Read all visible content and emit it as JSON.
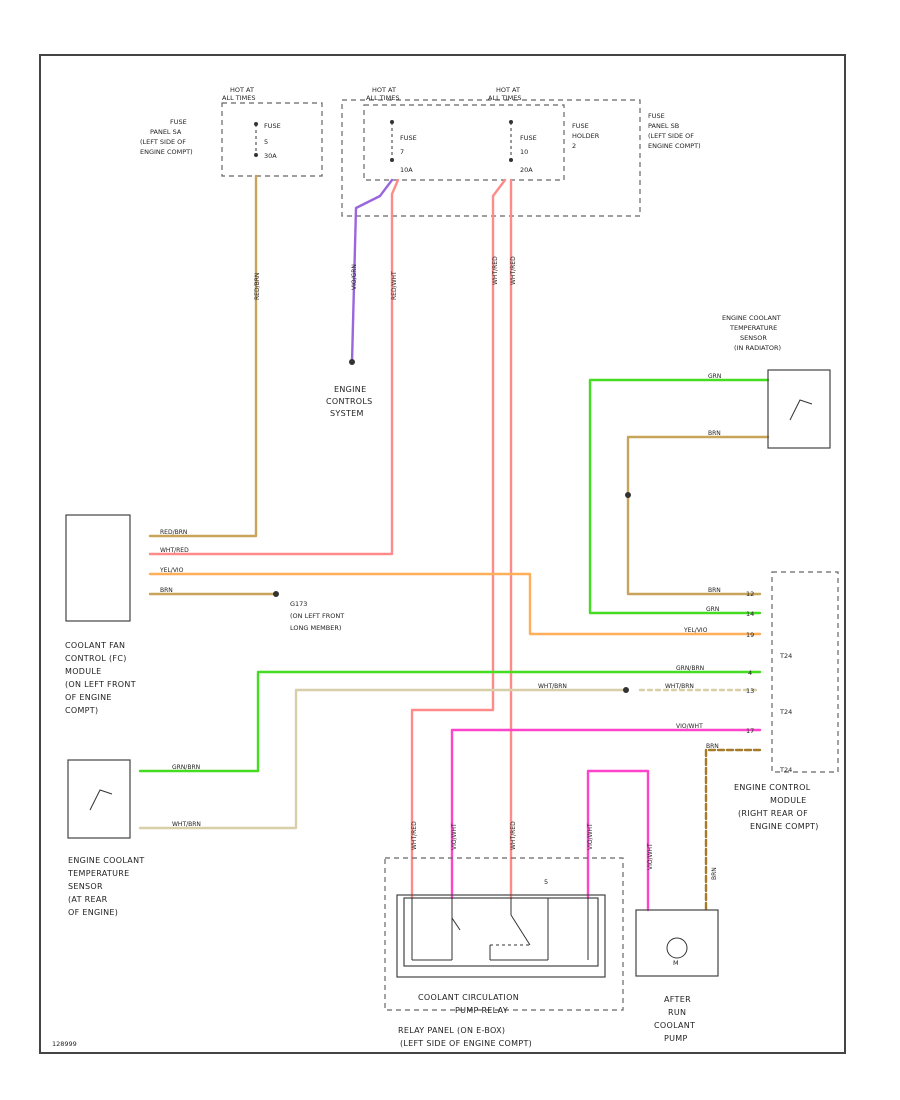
{
  "diagram": {
    "fuse_panel_left": {
      "hot_label": [
        "HOT AT",
        "ALL TIMES"
      ],
      "fuse": [
        "FUSE",
        "5",
        "30A"
      ],
      "panel": [
        "FUSE",
        "PANEL SA",
        "(LEFT SIDE OF",
        "ENGINE COMPT)"
      ]
    },
    "fuse_panel_right": {
      "hot_label_1": [
        "HOT AT",
        "ALL TIMES"
      ],
      "hot_label_2": [
        "HOT AT",
        "ALL TIMES"
      ],
      "fuse_7": [
        "FUSE",
        "7",
        "10A"
      ],
      "fuse_10": [
        "FUSE",
        "10",
        "20A"
      ],
      "holder": [
        "FUSE",
        "HOLDER",
        "2"
      ],
      "panel": [
        "FUSE",
        "PANEL SB",
        "(LEFT SIDE OF",
        "ENGINE COMPT)"
      ]
    },
    "engine_controls": [
      "ENGINE",
      "CONTROLS",
      "SYSTEM"
    ],
    "ect_sensor_radiator": [
      "ENGINE COOLANT",
      "TEMPERATURE",
      "SENSOR",
      "(IN RADIATOR)"
    ],
    "fan_module": [
      "COOLANT FAN",
      "CONTROL (FC)",
      "MODULE",
      "(ON LEFT FRONT",
      "OF ENGINE",
      "COMPT)"
    ],
    "ground": [
      "G173",
      "(ON LEFT FRONT",
      "LONG MEMBER)"
    ],
    "ect_sensor_rear": [
      "ENGINE COOLANT",
      "TEMPERATURE",
      "SENSOR",
      "(AT REAR",
      "OF ENGINE)"
    ],
    "ecm": [
      "ENGINE CONTROL",
      "MODULE",
      "(RIGHT REAR OF",
      "ENGINE COMPT)"
    ],
    "ecm_connectors": [
      "T24",
      "T24",
      "T24"
    ],
    "relay": [
      "COOLANT CIRCULATION",
      "PUMP RELAY"
    ],
    "relay_panel": [
      "RELAY PANEL (ON E-BOX)",
      "(LEFT SIDE OF ENGINE COMPT)"
    ],
    "pump": [
      "AFTER",
      "RUN",
      "COOLANT",
      "PUMP"
    ],
    "pump_motor": "M",
    "relay_pin_label": "5",
    "footer_code": "128999",
    "wires": {
      "fuse5_fan": "RED/BRN",
      "fuse7_ec": "VIO/GRN",
      "fuse7_red": "RED/WHT",
      "fuse10_a": "WHT/RED",
      "fuse10_b": "WHT/RED",
      "fan_1": "RED/BRN",
      "fan_2": "WHT/RED",
      "fan_3": "YEL/VIO",
      "fan_4": "BRN",
      "ect_top": "GRN",
      "ect_bottom": "BRN",
      "ecm_1": "BRN",
      "ecm_2": "GRN",
      "ecm_3": "YEL/VIO",
      "ecm_4": "GRN/BRN",
      "ecm_5": "WHT/BRN",
      "ecm_5b": "WHT/BRN",
      "ecm_6": "VIO/WHT",
      "ecm_7": "BRN",
      "sensor_top": "GRN/BRN",
      "sensor_bottom": "WHT/BRN",
      "relay_1": "WHT/RED",
      "relay_2": "VIO/WHT",
      "relay_3": "WHT/RED",
      "relay_4": "VIO/WHT",
      "pump_a": "VIO/WHT",
      "pump_b": "BRN"
    },
    "ecm_pins": [
      "12",
      "14",
      "19",
      "4",
      "13",
      "17"
    ],
    "colors": {
      "tan": "#c8a35a",
      "pink": "#ff8a8a",
      "violet": "#9a66dd",
      "green": "#44dd22",
      "orange": "#ffae5a",
      "magenta": "#ff44cc",
      "beige": "#d8cfa8",
      "brown": "#a57a2a",
      "frame": "#444444"
    }
  }
}
